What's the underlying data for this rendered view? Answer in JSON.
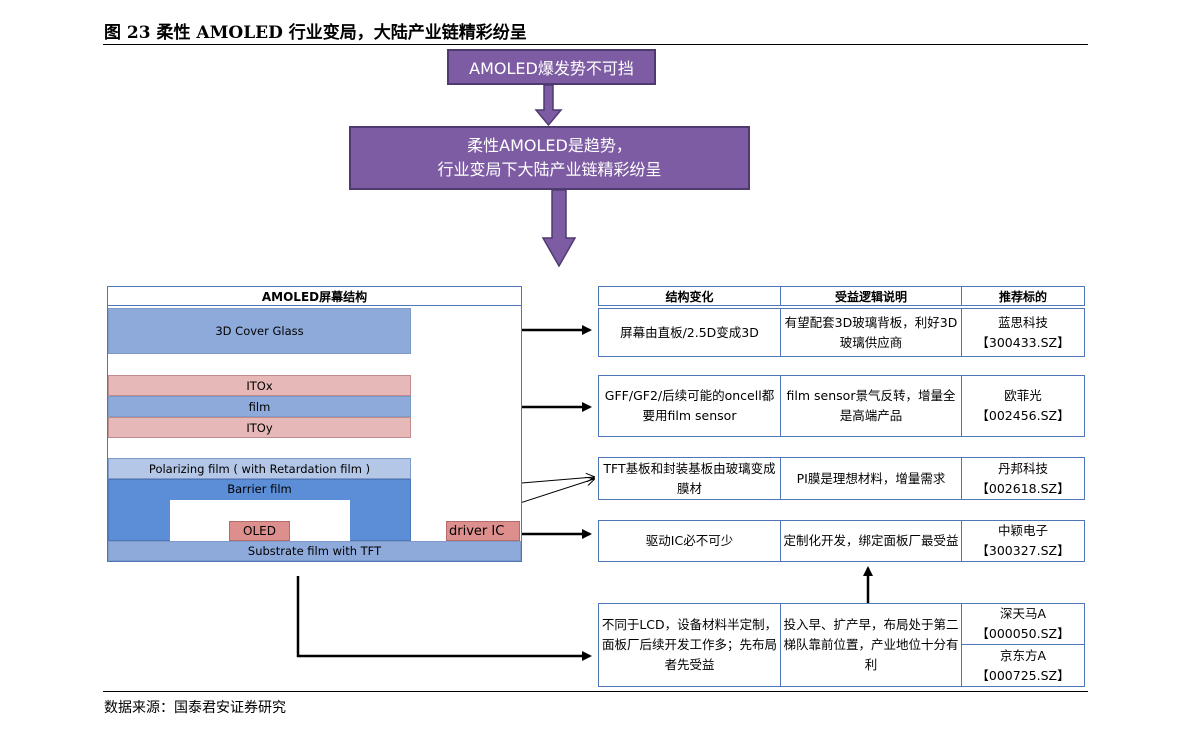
{
  "figure": {
    "title": "图 23 柔性 AMOLED 行业变局，大陆产业链精彩纷呈",
    "source": "数据来源：国泰君安证券研究"
  },
  "flow": {
    "box1": "AMOLED爆发势不可挡",
    "box2_line1": "柔性AMOLED是趋势，",
    "box2_line2": "行业变局下大陆产业链精彩纷呈"
  },
  "structure": {
    "header": "AMOLED屏幕结构",
    "cover_glass": "3D Cover Glass",
    "itox": "ITOx",
    "film": "film",
    "itoy": "ITOy",
    "polarizing": "Polarizing film ( with Retardation film )",
    "barrier": "Barrier film",
    "oled": "OLED",
    "driver_ic": "driver IC",
    "substrate": "Substrate film with TFT"
  },
  "table": {
    "headers": [
      "结构变化",
      "受益逻辑说明",
      "推荐标的"
    ],
    "rows": [
      {
        "change": "屏幕由直板/2.5D变成3D",
        "logic": "有望配套3D玻璃背板，利好3D玻璃供应商",
        "stock_name": "蓝思科技",
        "stock_code": "【300433.SZ】"
      },
      {
        "change": "GFF/GF2/后续可能的oncell都要用film sensor",
        "logic": "film sensor景气反转，增量全是高端产品",
        "stock_name": "欧菲光",
        "stock_code": "【002456.SZ】"
      },
      {
        "change": "TFT基板和封装基板由玻璃变成膜材",
        "logic": "PI膜是理想材料，增量需求",
        "stock_name": "丹邦科技",
        "stock_code": "【002618.SZ】"
      },
      {
        "change": "驱动IC必不可少",
        "logic": "定制化开发，绑定面板厂最受益",
        "stock_name": "中颖电子",
        "stock_code": "【300327.SZ】"
      }
    ],
    "bottom": {
      "change": "不同于LCD，设备材料半定制，面板厂后续开发工作多；先布局者先受益",
      "logic": "投入早、扩产早，布局处于第二梯队靠前位置，产业地位十分有利",
      "stocks": [
        {
          "name": "深天马A",
          "code": "【000050.SZ】"
        },
        {
          "name": "京东方A",
          "code": "【000725.SZ】"
        }
      ]
    }
  },
  "colors": {
    "purple_box": "#7e5ca3",
    "layer_blue": "#8eaadb",
    "layer_pink": "#e6b8b7",
    "layer_darkblue": "#5b8ed6",
    "border_blue": "#4f76b8"
  }
}
